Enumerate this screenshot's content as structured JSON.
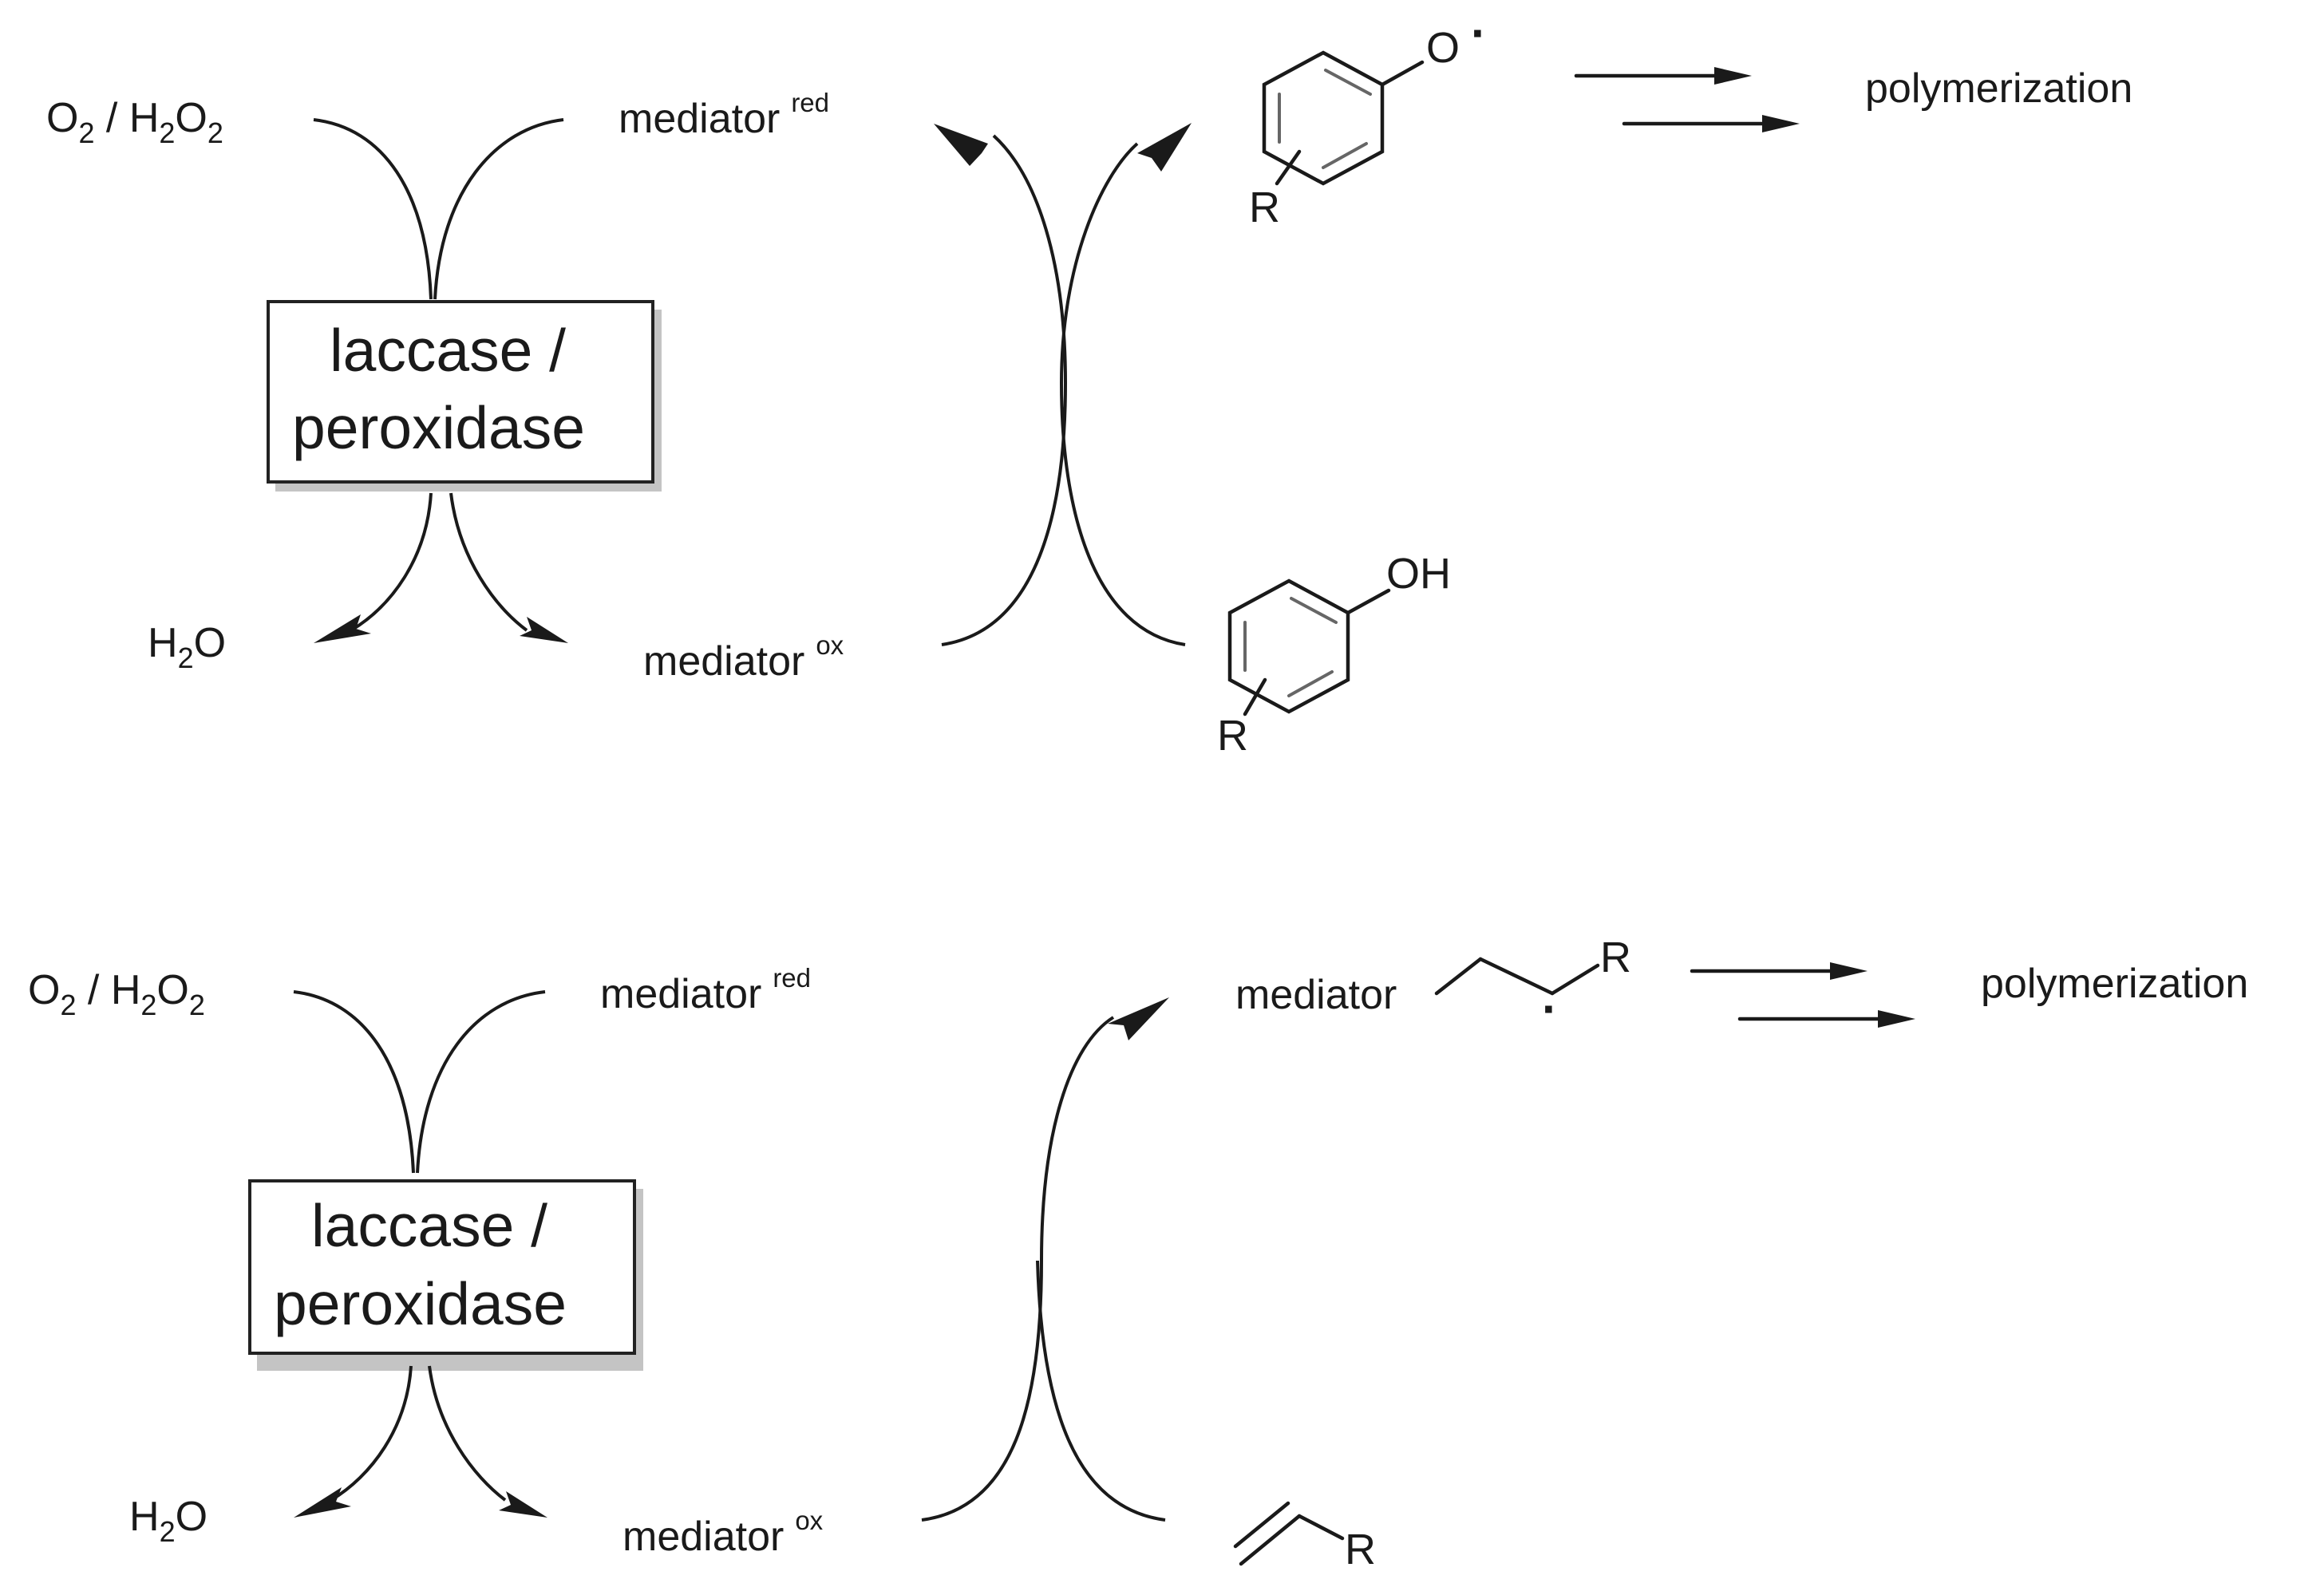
{
  "top_scheme": {
    "oxidant": {
      "main": "O",
      "sub1": "2",
      "mid": " / H",
      "sub2": "2",
      "main2": "O",
      "sub3": "2"
    },
    "mediator_red": {
      "text": "mediator",
      "sup": "red"
    },
    "enzyme_box": {
      "line1": "laccase /",
      "line2": "peroxidase"
    },
    "water": {
      "main": "H",
      "sub": "2",
      "rest": "O"
    },
    "mediator_ox": {
      "text": "mediator",
      "sup": "ox"
    },
    "phenoxyl_radical": {
      "oxygen": "O",
      "radical": "·",
      "substituent": "R"
    },
    "phenol": {
      "oh": "OH",
      "substituent": "R"
    },
    "product": "polymerization"
  },
  "bottom_scheme": {
    "oxidant": {
      "main": "O",
      "sub1": "2",
      "mid": " / H",
      "sub2": "2",
      "main2": "O",
      "sub3": "2"
    },
    "mediator_red": {
      "text": "mediator",
      "sup": "red"
    },
    "enzyme_box": {
      "line1": "laccase /",
      "line2": "peroxidase"
    },
    "water": {
      "main": "H",
      "sub": "2",
      "rest": "O"
    },
    "mediator_ox": {
      "text": "mediator",
      "sup": "ox"
    },
    "radical_adduct": {
      "prefix": "mediator",
      "radical": "·",
      "substituent": "R"
    },
    "vinyl_monomer": {
      "substituent": "R"
    },
    "product": "polymerization"
  }
}
